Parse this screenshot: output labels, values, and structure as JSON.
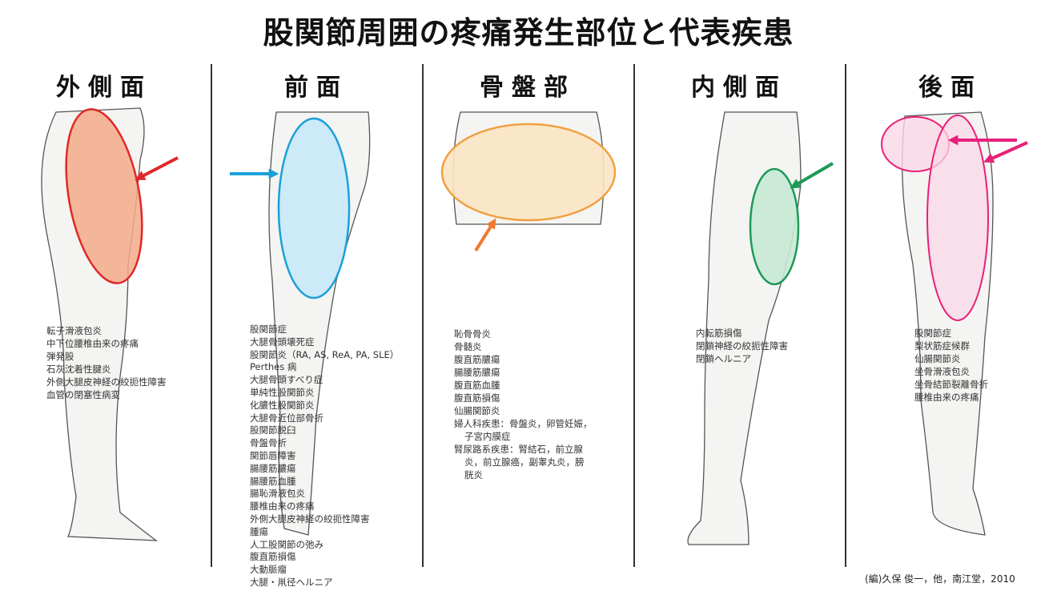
{
  "title": "股関節周囲の疼痛発生部位と代表疾患",
  "colors": {
    "lateral": "#e02828",
    "front": "#1aa0d8",
    "pelvis": "#f0a040",
    "pelvis_arrow": "#ee7a30",
    "medial": "#1e9a58",
    "posterior": "#e8207a"
  },
  "columns": [
    {
      "heading": "外側面",
      "items": [
        "転子滑液包炎",
        "中下位腰椎由来の疼痛",
        "弾発股",
        "石灰沈着性腱炎",
        "外側大腿皮神経の絞扼性障害",
        "血管の閉塞性病変"
      ]
    },
    {
      "heading": "前面",
      "items": [
        "股関節症",
        "大腿骨頭壊死症",
        "股関節炎（RA, AS, ReA, PA, SLE）",
        "Perthes 病",
        "大腿骨頭すべり症",
        "単純性股関節炎",
        "化膿性股関節炎",
        "大腿骨近位部骨折",
        "股関節脱臼",
        "骨盤骨折",
        "関節唇障害",
        "腸腰筋膿瘍",
        "腸腰筋血腫",
        "腸恥滑液包炎",
        "腰椎由来の疼痛",
        "外側大腿皮神経の絞扼性障害",
        "腫瘍",
        "人工股関節の弛み",
        "腹直筋損傷",
        "大動脈瘤",
        "大腿・鼡径ヘルニア"
      ]
    },
    {
      "heading": "骨盤部",
      "items": [
        "恥骨骨炎",
        "骨髄炎",
        "腹直筋膿瘍",
        "腸腰筋膿瘍",
        "腹直筋血腫",
        "腹直筋損傷",
        "仙腸関節炎",
        "婦人科疾患：骨盤炎，卵管妊娠，",
        "子宮内膜症",
        "腎尿路系疾患：腎結石，前立腺",
        "炎，前立腺癌，副睾丸炎，膀",
        "胱炎"
      ]
    },
    {
      "heading": "内側面",
      "items": [
        "内転筋損傷",
        "閉鎖神経の絞扼性障害",
        "閉鎖ヘルニア"
      ]
    },
    {
      "heading": "後面",
      "items": [
        "股関節症",
        "梨状筋症候群",
        "仙腸関節炎",
        "坐骨滑液包炎",
        "坐骨結節裂離骨折",
        "腰椎由来の疼痛"
      ]
    }
  ],
  "citation": "(編)久保 俊一，他，南江堂，2010"
}
